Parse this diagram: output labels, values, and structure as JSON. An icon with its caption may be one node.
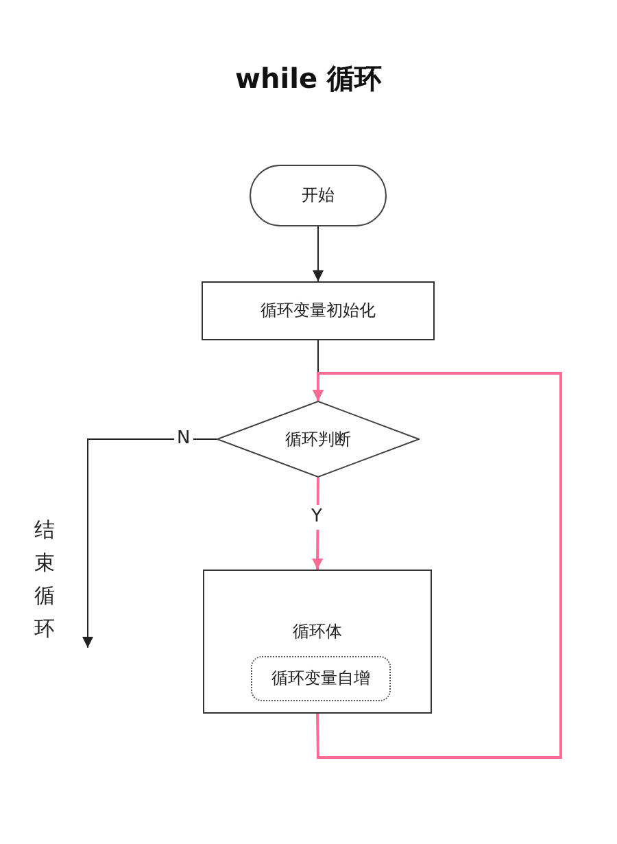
{
  "diagram": {
    "title": "while 循环",
    "nodes": [
      {
        "text": [
          "开始"
        ]
      },
      {
        "text": [
          "循环变量初始化"
        ]
      },
      {
        "text": [
          "循环判断"
        ]
      },
      {
        "text": [
          "循环体"
        ]
      },
      {
        "text": [
          "循环变量自增"
        ],
        "in": 3
      }
    ],
    "edges": [
      {
        "from": 0,
        "to": 1,
        "arrow": "to"
      },
      {
        "from": 1,
        "to": 2,
        "arrow": "to"
      },
      {
        "from": 2,
        "to": 3,
        "arrow": "to",
        "label": "Y",
        "color": "#ff6b93"
      },
      {
        "from": 3,
        "to": 2,
        "arrow": "to",
        "color": "#ff6b93"
      },
      {
        "from": 2,
        "to": null,
        "arrow": "to",
        "label": "N"
      }
    ],
    "labels": [
      "结束循环"
    ]
  }
}
